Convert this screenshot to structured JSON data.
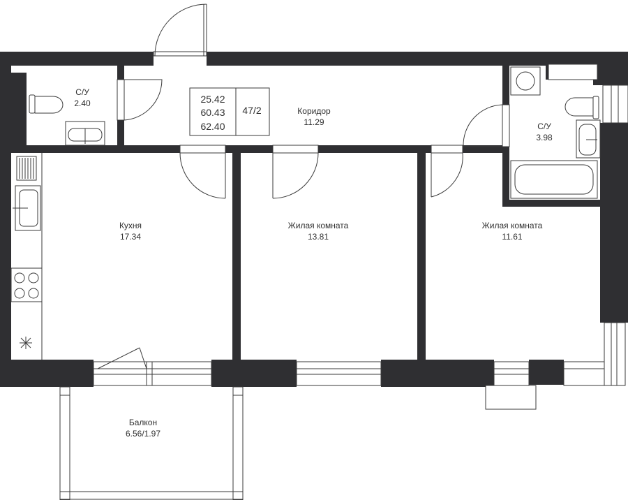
{
  "summary": {
    "living_area": "25.42",
    "total_area": "60.43",
    "total_with_balcony": "62.40",
    "apartment_number": "47/2"
  },
  "rooms": {
    "bathroom_small": {
      "name": "С/У",
      "area": "2.40"
    },
    "corridor": {
      "name": "Коридор",
      "area": "11.29"
    },
    "bathroom_large": {
      "name": "С/У",
      "area": "3.98"
    },
    "kitchen": {
      "name": "Кухня",
      "area": "17.34"
    },
    "living_room_1": {
      "name": "Жилая комната",
      "area": "13.81"
    },
    "living_room_2": {
      "name": "Жилая комната",
      "area": "11.61"
    },
    "balcony": {
      "name": "Балкон",
      "area": "6.56/1.97"
    }
  },
  "colors": {
    "wall": "#2f2f32",
    "line": "#3a3a3a",
    "background": "#ffffff"
  }
}
